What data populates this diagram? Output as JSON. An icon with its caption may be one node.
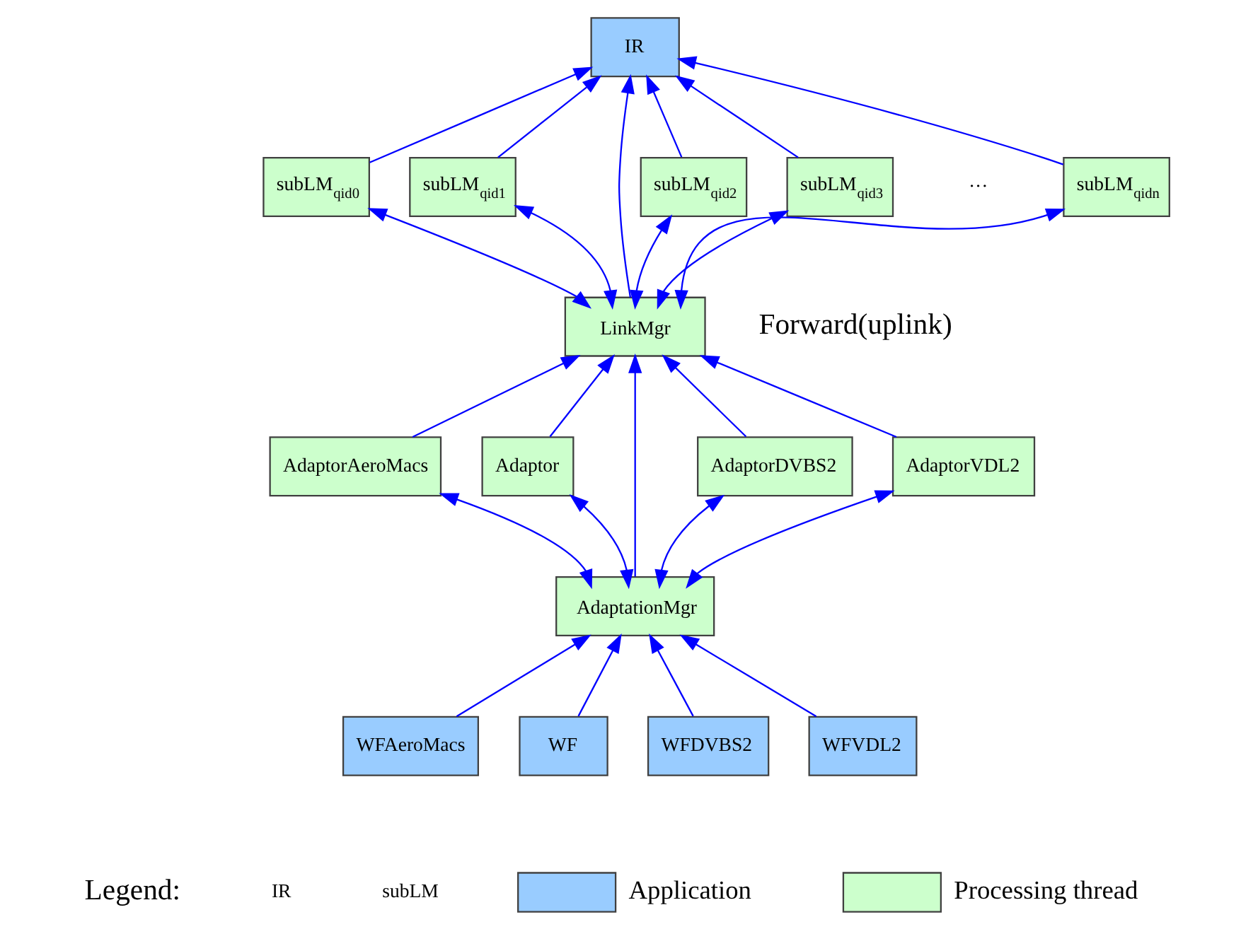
{
  "diagram": {
    "nodes": [
      {
        "text": [
          "IR"
        ]
      },
      {
        "text": [
          "LinkMgr"
        ]
      },
      {
        "text": [
          "subLM$_{qid0}$"
        ]
      },
      {
        "text": [
          "subLM$_{qid1}$"
        ]
      },
      {
        "text": [
          "subLM$_{qid2}$"
        ]
      },
      {
        "text": [
          "subLM$_{qid3}$"
        ]
      },
      {
        "text": [
          "subLM$_{qidn}$"
        ]
      },
      {
        "text": [
          "AdaptationMgr"
        ]
      },
      {
        "text": [
          "AdaptorAeroMacs"
        ]
      },
      {
        "text": [
          "Adaptor"
        ]
      },
      {
        "text": [
          "AdaptorDVBS2"
        ]
      },
      {
        "text": [
          "AdaptorVDL2"
        ]
      },
      {
        "text": [
          "WFAeroMacs"
        ]
      },
      {
        "text": [
          "WF"
        ]
      },
      {
        "text": [
          "WFDVBS2"
        ]
      },
      {
        "text": [
          "WFVDL2"
        ]
      }
    ],
    "edges": [
      {
        "from": 1,
        "to": 0,
        "arrow": "to",
        "color": "#0000ff"
      },
      {
        "from": 2,
        "to": 0,
        "arrow": "to",
        "color": "#0000ff"
      },
      {
        "from": 3,
        "to": 0,
        "arrow": "to",
        "color": "#0000ff"
      },
      {
        "from": 4,
        "to": 0,
        "arrow": "to",
        "color": "#0000ff"
      },
      {
        "from": 5,
        "to": 0,
        "arrow": "to",
        "color": "#0000ff"
      },
      {
        "from": 6,
        "to": 0,
        "arrow": "to",
        "color": "#0000ff"
      },
      {
        "from": 1,
        "to": 2,
        "arrow": "both",
        "color": "#0000ff"
      },
      {
        "from": 1,
        "to": 3,
        "arrow": "both",
        "color": "#0000ff"
      },
      {
        "from": 1,
        "to": 4,
        "arrow": "both",
        "color": "#0000ff"
      },
      {
        "from": 1,
        "to": 5,
        "arrow": "both",
        "color": "#0000ff"
      },
      {
        "from": 1,
        "to": 6,
        "arrow": "both",
        "color": "#0000ff"
      },
      {
        "from": 7,
        "to": 1,
        "arrow": "to",
        "color": "#0000ff"
      },
      {
        "from": 8,
        "to": 1,
        "arrow": "to",
        "color": "#0000ff"
      },
      {
        "from": 9,
        "to": 1,
        "arrow": "to",
        "color": "#0000ff"
      },
      {
        "from": 10,
        "to": 1,
        "arrow": "to",
        "color": "#0000ff"
      },
      {
        "from": 11,
        "to": 1,
        "arrow": "to",
        "color": "#0000ff"
      },
      {
        "from": 7,
        "to": 8,
        "arrow": "both",
        "color": "#0000ff"
      },
      {
        "from": 7,
        "to": 9,
        "arrow": "both",
        "color": "#0000ff"
      },
      {
        "from": 7,
        "to": 10,
        "arrow": "both",
        "color": "#0000ff"
      },
      {
        "from": 7,
        "to": 11,
        "arrow": "both",
        "color": "#0000ff"
      },
      {
        "from": 12,
        "to": 7,
        "arrow": "to",
        "color": "#0000ff"
      },
      {
        "from": 13,
        "to": 7,
        "arrow": "to",
        "color": "#0000ff"
      },
      {
        "from": 14,
        "to": 7,
        "arrow": "to",
        "color": "#0000ff"
      },
      {
        "from": 15,
        "to": 7,
        "arrow": "to",
        "color": "#0000ff"
      }
    ],
    "labels": [
      "Forward(uplink)",
      "···",
      "Legend:",
      "IR",
      "subLM"
    ],
    "legend": [
      {
        "text": "Application",
        "color": "#99ccff"
      },
      {
        "text": "Processing thread",
        "color": "#ccffcc"
      }
    ]
  }
}
